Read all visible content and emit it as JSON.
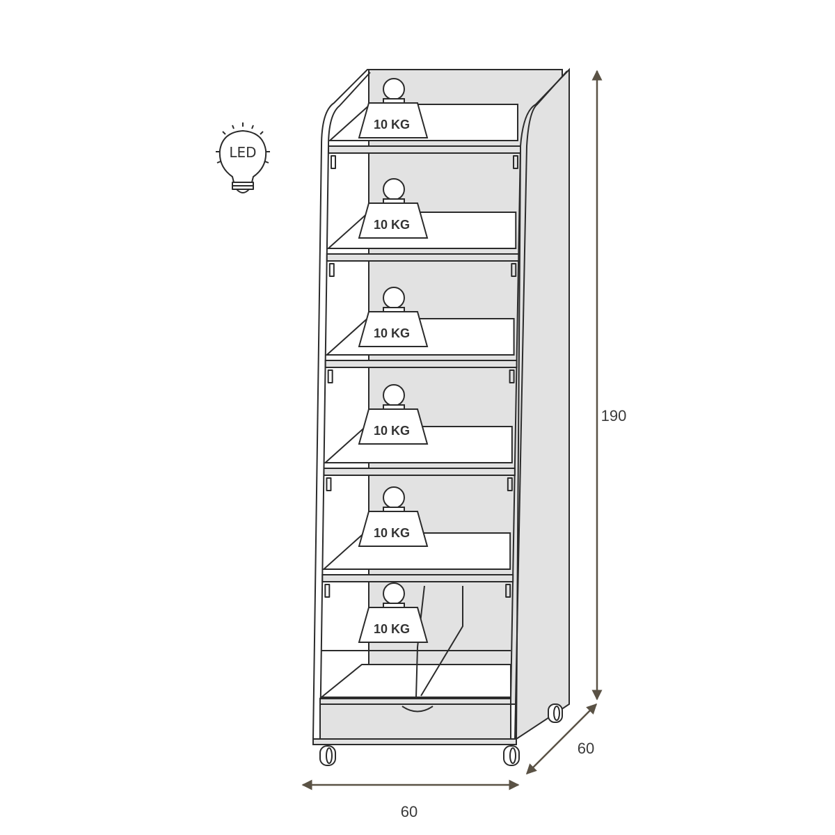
{
  "title": "Shelf unit dimension diagram",
  "led_label": "LED",
  "weight_label": "10 KG",
  "weights": [
    "10 KG",
    "10 KG",
    "10 KG",
    "10 KG",
    "10 KG",
    "10 KG"
  ],
  "dimensions": {
    "height": "190",
    "depth": "60",
    "width": "60"
  },
  "colors": {
    "dimension_line": "#5a5245",
    "panel": "#e2e2e2",
    "outline": "#2b2b2b"
  }
}
